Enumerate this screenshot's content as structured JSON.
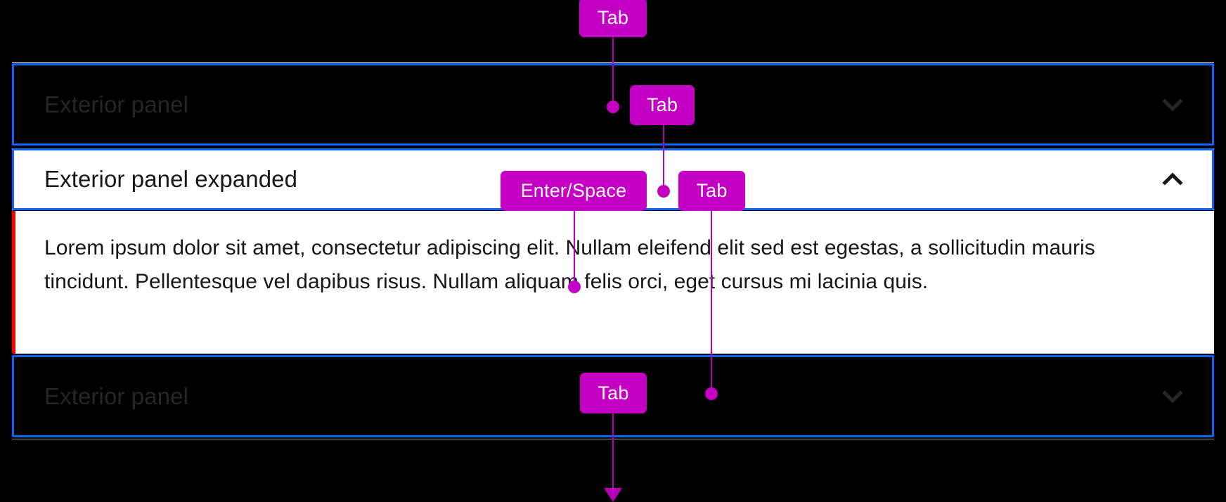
{
  "meta": {
    "background_color": "#000000",
    "focus_ring_color": "#0f62fe",
    "annotation_color": "#c300c3",
    "accent_error_color": "#fa0000",
    "panel_expanded_bg": "#ffffff",
    "panel_collapsed_text": "#262626"
  },
  "accordion": {
    "panels": [
      {
        "id": "panel-1",
        "title": "Exterior panel",
        "state": "collapsed",
        "icon": "chevron-down-icon",
        "focused": true
      },
      {
        "id": "panel-2",
        "title": "Exterior panel expanded",
        "state": "expanded",
        "icon": "chevron-up-icon",
        "focused": true,
        "body": "Lorem ipsum dolor sit amet, consectetur adipiscing elit. Nullam eleifend elit sed est egestas, a sollicitudin mauris tincidunt. Pellentesque vel dapibus risus. Nullam aliquam felis orci, eget cursus mi lacinia quis."
      },
      {
        "id": "panel-3",
        "title": "Exterior panel",
        "state": "collapsed",
        "icon": "chevron-down-icon",
        "focused": true
      }
    ]
  },
  "annotations": {
    "keys": [
      {
        "id": "key-tab-1",
        "label": "Tab"
      },
      {
        "id": "key-tab-2",
        "label": "Tab"
      },
      {
        "id": "key-enter-space",
        "label": "Enter/Space"
      },
      {
        "id": "key-tab-3",
        "label": "Tab"
      },
      {
        "id": "key-tab-4",
        "label": "Tab"
      }
    ]
  }
}
